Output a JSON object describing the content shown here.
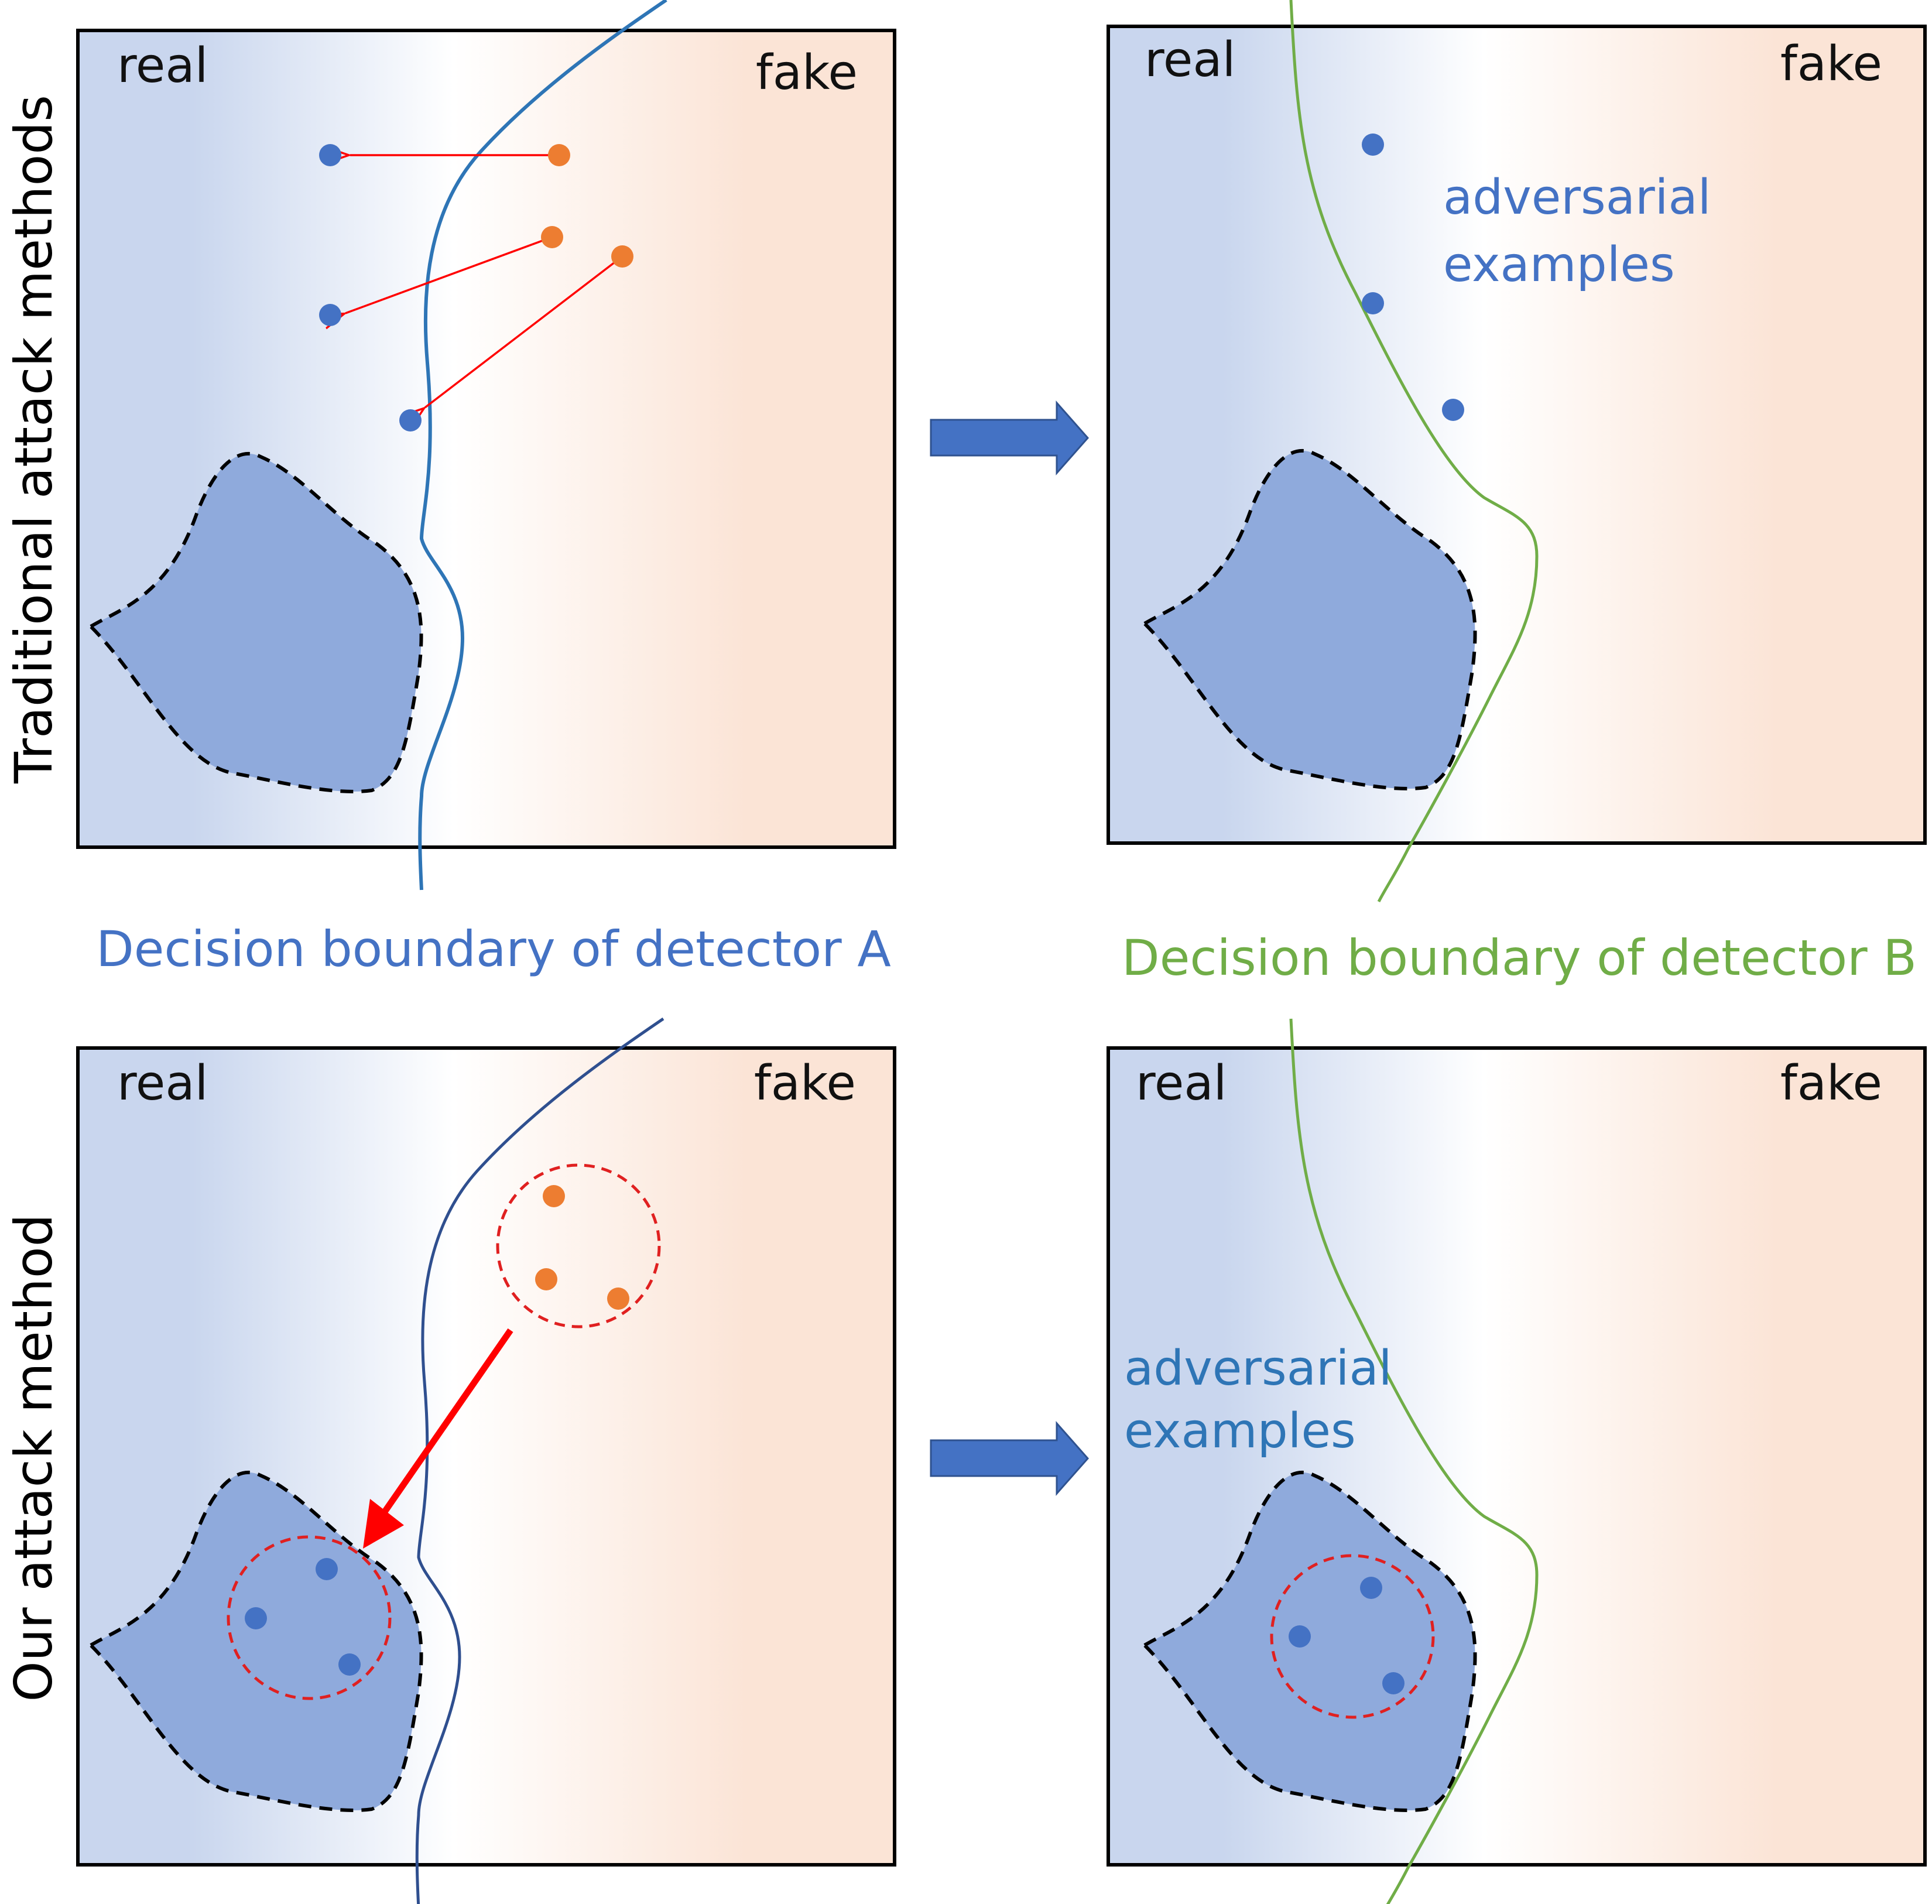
{
  "labels": {
    "real": "real",
    "fake": "fake",
    "row_top": "Traditional attack methods",
    "row_bottom": "Our attack method",
    "adversarial_line1": "adversarial",
    "adversarial_line2": "examples",
    "caption_a": "Decision boundary of detector A",
    "caption_b": "Decision boundary of detector B"
  },
  "colors": {
    "real_side": "#c9d6ee",
    "middle": "#ffffff",
    "fake_side": "#fbe4d6",
    "region_fill": "#8faadc",
    "real_point": "#4472c4",
    "fake_point": "#ed7d31",
    "attack_arrow": "#ff0000",
    "ensemble_circle": "#e02020",
    "boundary_a": "#2e75b6",
    "boundary_a_dark": "#2f4f8f",
    "boundary_b": "#70ad47",
    "flow_arrow": "#4472c4",
    "caption_a": "#4472c4",
    "caption_b": "#70ad47",
    "adversarial_top": "#4472c4",
    "adversarial_bottom": "#2e75b6"
  }
}
